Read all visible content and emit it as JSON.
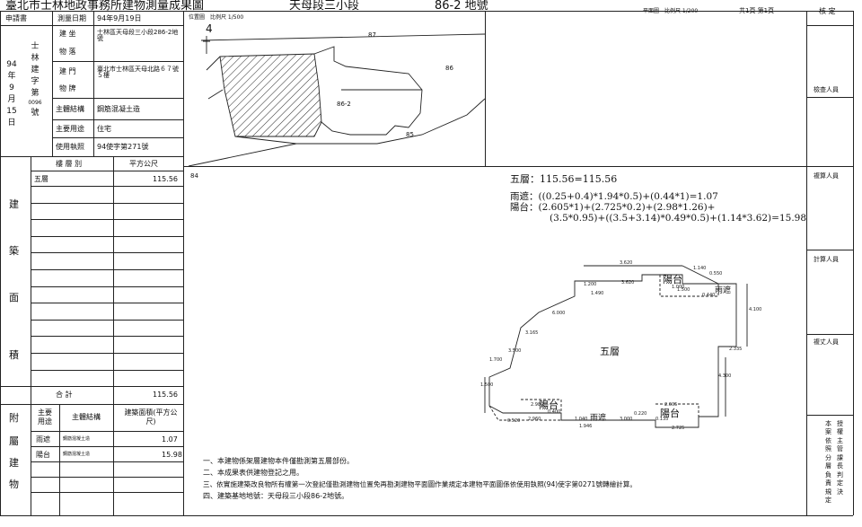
{
  "header": {
    "title": "臺北市士林地政事務所建物測量成果圖",
    "section": "天母段三小段",
    "lot": "86-2 地號"
  },
  "top_info": {
    "applicant_label": "申請書",
    "survey_date_label": "測量日期",
    "survey_date": "94年9月19日",
    "location_plan_label": "位置圖",
    "location_scale": "比例尺 1/500",
    "floor_plan_label": "平面圖",
    "floor_scale": "比例尺 1/200",
    "page_info": "共1頁 第1頁",
    "approve_label": "核 定"
  },
  "left_vertical": {
    "col1": [
      "94",
      "年",
      "9",
      "月",
      "15",
      "日"
    ],
    "col2": [
      "士",
      "林",
      "建",
      "字",
      "第",
      "0096",
      "號"
    ]
  },
  "building_info": {
    "rows": [
      {
        "label": "建 坐",
        "value": "士林區天母段三小段286-2地號"
      },
      {
        "label": "物 落",
        "value": ""
      },
      {
        "label": "建 門",
        "value": "臺北市士林區天母北路６７號５樓"
      },
      {
        "label": "物 牌",
        "value": ""
      },
      {
        "label": "主體結構",
        "value": "鋼筋混凝土造"
      },
      {
        "label": "主要用途",
        "value": "住宅"
      },
      {
        "label": "使用執照",
        "value": "94使字第271號"
      }
    ]
  },
  "area_table": {
    "side_chars": [
      "建",
      "築",
      "面",
      "積"
    ],
    "header_floor": "樓 層 別",
    "header_area": "平方公尺",
    "rows": [
      {
        "floor": "五層",
        "area": "115.56"
      }
    ],
    "total_label": "合 計",
    "total_value": "115.56"
  },
  "annex": {
    "side_chars": [
      "附",
      "屬",
      "建",
      "物"
    ],
    "header_use": "主要用途",
    "header_struct": "主體結構",
    "header_area": "建築面積(平方公尺)",
    "rows": [
      {
        "use": "雨遮",
        "struct": "鋼筋混凝土造",
        "area": "1.07"
      },
      {
        "use": "陽台",
        "struct": "鋼筋混凝土造",
        "area": "15.98"
      }
    ]
  },
  "location_map": {
    "number": "4",
    "labels": [
      "87",
      "86",
      "86-2",
      "85",
      "84"
    ]
  },
  "calculations": {
    "line1": "五層：115.56=115.56",
    "line2": "雨遮：((0.25+0.4)*1.94*0.5)+(0.44*1)=1.07",
    "line3": "陽台：(2.605*1)+(2.725*0.2)+(2.98*1.26)+",
    "line4": "(3.5*0.95)+((3.5+3.14)*0.49*0.5)+(1.14*3.62)=15.98"
  },
  "floor_plan": {
    "room_main": "五層",
    "balcony_top": "陽台",
    "canopy_top": "雨遮",
    "balcony_left": "陽台",
    "canopy_left": "雨遮",
    "balcony_right": "陽台",
    "dims": [
      "3.620",
      "1.140",
      "3.620",
      "1.000",
      "0.440",
      "1.500",
      "1.200",
      "1.490",
      "0.550",
      "6.000",
      "3.165",
      "3.500",
      "4.100",
      "2.335",
      "4.300",
      "1.700",
      "1.500",
      "2.980",
      "2.960",
      "1.040",
      "3.000",
      "0.135",
      "0.220",
      "2.605",
      "2.725",
      "1.946",
      "0.520",
      "0.400"
    ]
  },
  "right_column": {
    "checker": "檢查人員",
    "reviewer": "複算人員",
    "calculator": "計算人員",
    "tracer": "複丈人員",
    "note_cols": [
      "本案依照分層負責規定",
      "授權主管課長判定決"
    ]
  },
  "notes": [
    "一、本建物係架層建物本件僅勘測第五層部份。",
    "二、本成果表供建物登記之用。",
    "三、依實施建築改良物所有權第一次登記僅勘測建物位置免再勘測建物平面圖作業規定本建物平面圖係依使用執照(94)使字第0271號轉繪計算。",
    "四、建築基地地號：天母段三小段86-2地號。"
  ]
}
